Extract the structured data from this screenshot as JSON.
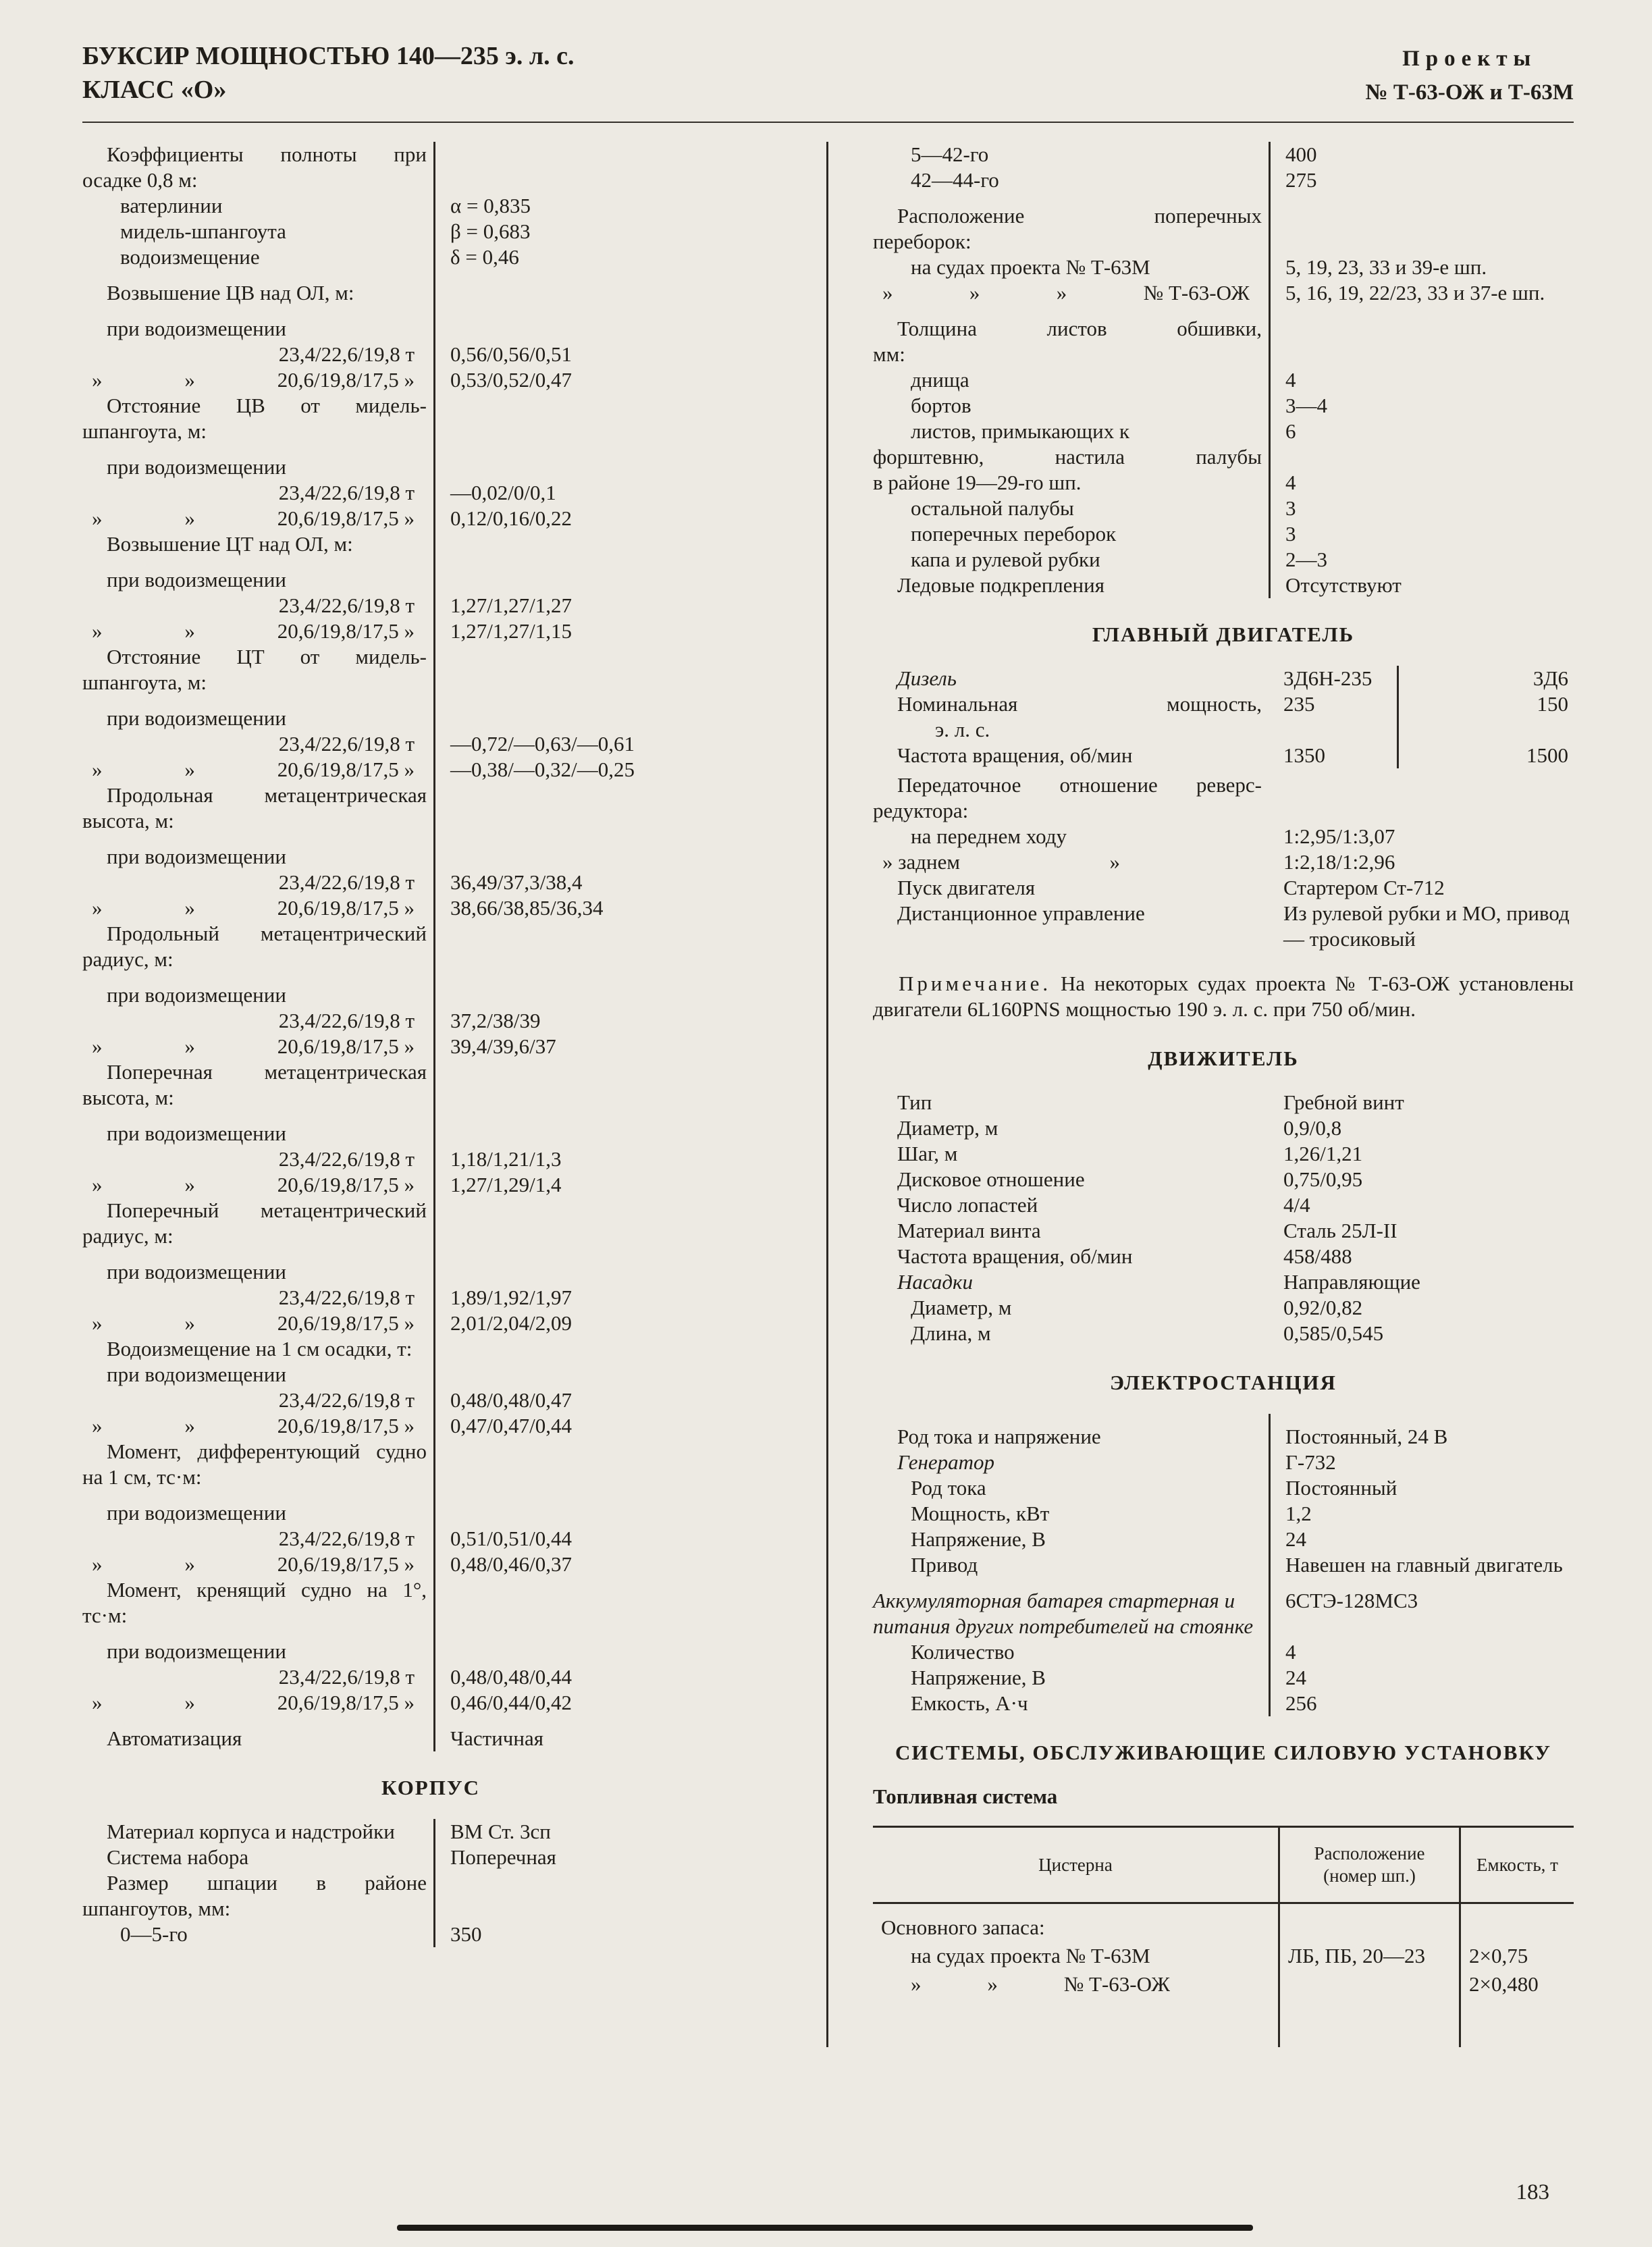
{
  "header": {
    "title_line1": "БУКСИР МОЩНОСТЬЮ 140—235 э. л. с.",
    "title_line2": "КЛАСС «О»",
    "projects_label": "Проекты",
    "projects_value": "№ Т-63-ОЖ и Т-63М"
  },
  "footer": {
    "page_number": "183"
  },
  "left_column": {
    "blocks": [
      {
        "type": "rows",
        "rule": true,
        "rows": [
          {
            "label": "Коэффициенты полноты при осадке 0,8 м:",
            "value": ""
          },
          {
            "label": "ватерлинии",
            "value": "α = 0,835",
            "cls": "i1"
          },
          {
            "label": "мидель-шпангоута",
            "value": "β = 0,683",
            "cls": "i1"
          },
          {
            "label": "водоизмещение",
            "value": "δ = 0,46",
            "cls": "i1"
          },
          {
            "label": "Возвышение ЦВ над ОЛ, м:",
            "value": "",
            "cls": "gap"
          },
          {
            "label": "при водоизмещении",
            "value": "",
            "cls": "gap"
          },
          {
            "label": "23,4/22,6/19,8 т",
            "value": "0,56/0,56/0,51",
            "cls": "right"
          },
          {
            "label": "»|»|20,6/19,8/17,5 »",
            "value": "0,53/0,52/0,47"
          },
          {
            "label": "Отстояние ЦВ от мидель-шпангоута, м:",
            "value": ""
          },
          {
            "label": "при водоизмещении",
            "value": "",
            "cls": "gap"
          },
          {
            "label": "23,4/22,6/19,8 т",
            "value": "—0,02/0/0,1",
            "cls": "right"
          },
          {
            "label": "»|»|20,6/19,8/17,5 »",
            "value": "0,12/0,16/0,22"
          },
          {
            "label": "Возвышение ЦТ над ОЛ, м:",
            "value": ""
          },
          {
            "label": "при водоизмещении",
            "value": "",
            "cls": "gap"
          },
          {
            "label": "23,4/22,6/19,8 т",
            "value": "1,27/1,27/1,27",
            "cls": "right"
          },
          {
            "label": "»|»|20,6/19,8/17,5 »",
            "value": "1,27/1,27/1,15"
          },
          {
            "label": "Отстояние ЦТ от мидель-шпангоута, м:",
            "value": ""
          },
          {
            "label": "при водоизмещении",
            "value": "",
            "cls": "gap"
          },
          {
            "label": "23,4/22,6/19,8 т",
            "value": "—0,72/—0,63/—0,61",
            "cls": "right"
          },
          {
            "label": "»|»|20,6/19,8/17,5 »",
            "value": "—0,38/—0,32/—0,25"
          },
          {
            "label": "Продольная метацентриче­ская высота, м:",
            "value": ""
          },
          {
            "label": "при водоизмещении",
            "value": "",
            "cls": "gap"
          },
          {
            "label": "23,4/22,6/19,8 т",
            "value": "36,49/37,3/38,4",
            "cls": "right"
          },
          {
            "label": "»|»|20,6/19,8/17,5 »",
            "value": "38,66/38,85/36,34"
          },
          {
            "label": "Продольный метацентриче­ский радиус, м:",
            "value": ""
          },
          {
            "label": "при водоизмещении",
            "value": "",
            "cls": "gap"
          },
          {
            "label": "23,4/22,6/19,8 т",
            "value": "37,2/38/39",
            "cls": "right"
          },
          {
            "label": "»|»|20,6/19,8/17,5 »",
            "value": "39,4/39,6/37"
          },
          {
            "label": "Поперечная метацентриче­ская высота, м:",
            "value": ""
          },
          {
            "label": "при водоизмещении",
            "value": "",
            "cls": "gap"
          },
          {
            "label": "23,4/22,6/19,8 т",
            "value": "1,18/1,21/1,3",
            "cls": "right"
          },
          {
            "label": "»|»|20,6/19,8/17,5 »",
            "value": "1,27/1,29/1,4"
          },
          {
            "label": "Поперечный метацентриче­ский радиус, м:",
            "value": ""
          },
          {
            "label": "при водоизмещении",
            "value": "",
            "cls": "gap"
          },
          {
            "label": "23,4/22,6/19,8 т",
            "value": "1,89/1,92/1,97",
            "cls": "right"
          },
          {
            "label": "»|»|20,6/19,8/17,5 »",
            "value": "2,01/2,04/2,09"
          },
          {
            "label": "Водоизмещение на 1 см осадки, т:",
            "value": ""
          },
          {
            "label": "при водоизмещении",
            "value": ""
          },
          {
            "label": "23,4/22,6/19,8 т",
            "value": "0,48/0,48/0,47",
            "cls": "right"
          },
          {
            "label": "»|»|20,6/19,8/17,5 »",
            "value": "0,47/0,47/0,44"
          },
          {
            "label": "Момент, дифферентующий судно на 1 см, тс·м:",
            "value": ""
          },
          {
            "label": "при водоизмещении",
            "value": "",
            "cls": "gap"
          },
          {
            "label": "23,4/22,6/19,8 т",
            "value": "0,51/0,51/0,44",
            "cls": "right"
          },
          {
            "label": "»|»|20,6/19,8/17,5 »",
            "value": "0,48/0,46/0,37"
          },
          {
            "label": "Момент, кренящий судно на 1°, тс·м:",
            "value": ""
          },
          {
            "label": "при водоизмещении",
            "value": "",
            "cls": "gap"
          },
          {
            "label": "23,4/22,6/19,8 т",
            "value": "0,48/0,48/0,44",
            "cls": "right"
          },
          {
            "label": "»|»|20,6/19,8/17,5 »",
            "value": "0,46/0,44/0,42"
          },
          {
            "label": "Автоматизация",
            "value": "Частичная",
            "cls": "gap"
          }
        ]
      },
      {
        "type": "heading",
        "text": "КОРПУС"
      },
      {
        "type": "rows",
        "rule": true,
        "rows": [
          {
            "label": "Материал корпуса и над­стройки",
            "value": "ВМ Ст. 3сп"
          },
          {
            "label": "Система набора",
            "value": "Поперечная"
          },
          {
            "label": "Размер шпации в районе шпангоутов, мм:",
            "value": ""
          },
          {
            "label": "0—5-го",
            "value": "350",
            "cls": "i1"
          }
        ]
      }
    ]
  },
  "right_column": {
    "blocks": [
      {
        "type": "rows",
        "rule": true,
        "rows": [
          {
            "label": "5—42-го",
            "value": "400",
            "cls": "i1"
          },
          {
            "label": "42—44-го",
            "value": "275",
            "cls": "i1"
          },
          {
            "label": "Расположение поперечных",
            "value": "",
            "cls": "gap jlast"
          },
          {
            "label": "переборок:",
            "value": "",
            "cls": "noind"
          },
          {
            "label": "на судах проекта № Т-63М",
            "value": "5, 19, 23, 33 и 39-е шп.",
            "cls": "i1"
          },
          {
            "label": "»|»|»|№ Т-63-ОЖ",
            "value": "5, 16, 19, 22/23, 33 и 37-е шп."
          },
          {
            "label": "Толщина листов обшивки,",
            "value": "",
            "cls": "gap jlast"
          },
          {
            "label": "мм:",
            "value": "",
            "cls": "noind"
          },
          {
            "label": "днища",
            "value": "4",
            "cls": "i1"
          },
          {
            "label": "бортов",
            "value": "3—4",
            "cls": "i1"
          },
          {
            "label": "листов, примыкающих к",
            "value": "6",
            "cls": "i1"
          },
          {
            "label": "форштевню, настила палубы",
            "value": "",
            "cls": "noind jlast"
          },
          {
            "label": "в районе 19—29-го шп.",
            "value": "4",
            "cls": "noind"
          },
          {
            "label": "остальной палубы",
            "value": "3",
            "cls": "i1"
          },
          {
            "label": "поперечных переборок",
            "value": "3",
            "cls": "i1"
          },
          {
            "label": "капа и рулевой рубки",
            "value": "2—3",
            "cls": "i1"
          },
          {
            "label": "Ледовые подкрепления",
            "value": "Отсутствуют"
          }
        ]
      },
      {
        "type": "heading",
        "text": "ГЛАВНЫЙ ДВИГАТЕЛЬ"
      },
      {
        "type": "rows2",
        "rows": [
          {
            "label": "Дизель",
            "v1": "3Д6Н-235",
            "v2": "3Д6",
            "cls": "italic"
          },
          {
            "label": "Номинальная мощность,",
            "v1": "235",
            "v2": "150",
            "cls": "jlast"
          },
          {
            "label": "э. л. с.",
            "v1": "",
            "v2": "",
            "cls": "i1"
          },
          {
            "label": "Частота вращения, об/мин",
            "v1": "1350",
            "v2": "1500"
          }
        ]
      },
      {
        "type": "rows",
        "rule": false,
        "rows": [
          {
            "label": "Передаточное отношение реверс-редуктора:",
            "value": ""
          },
          {
            "label": "на переднем ходу",
            "value": "1:2,95/1:3,07",
            "cls": "i1"
          },
          {
            "label": "» заднем|»",
            "value": "1:2,18/1:2,96",
            "cls": "half"
          },
          {
            "label": "Пуск двигателя",
            "value": "Стартером Ст-712"
          },
          {
            "label": "Дистанционное управление",
            "value": "Из рулевой рубки и МО, привод — тросиковый"
          }
        ]
      },
      {
        "type": "note",
        "lead": "Примечание.",
        "text": "На некоторых судах проекта № Т-63-ОЖ установлены двигатели 6L160PNS мощностью 190 э. л. с. при 750 об/мин."
      },
      {
        "type": "heading",
        "text": "ДВИЖИТЕЛЬ"
      },
      {
        "type": "rows",
        "rule": false,
        "rows": [
          {
            "label": "Тип",
            "value": "Гребной винт"
          },
          {
            "label": "Диаметр, м",
            "value": "0,9/0,8"
          },
          {
            "label": "Шаг, м",
            "value": "1,26/1,21"
          },
          {
            "label": "Дисковое отношение",
            "value": "0,75/0,95"
          },
          {
            "label": "Число лопастей",
            "value": "4/4"
          },
          {
            "label": "Материал винта",
            "value": "Сталь 25Л-II"
          },
          {
            "label": "Частота вращения, об/мин",
            "value": "458/488"
          },
          {
            "label": "Насадки",
            "value": "Направляющие",
            "cls": "italic"
          },
          {
            "label": "Диаметр, м",
            "value": "0,92/0,82",
            "cls": "i1"
          },
          {
            "label": "Длина, м",
            "value": "0,585/0,545",
            "cls": "i1"
          }
        ]
      },
      {
        "type": "heading",
        "text": "ЭЛЕКТРОСТАНЦИЯ"
      },
      {
        "type": "rows",
        "rule": true,
        "rows": [
          {
            "label": "Род тока и напряжение",
            "value": "Постоянный, 24 В",
            "cls": "gap"
          },
          {
            "label": "Генератор",
            "value": "Г-732",
            "cls": "italic"
          },
          {
            "label": "Род тока",
            "value": "Постоянный",
            "cls": "i1"
          },
          {
            "label": "Мощность, кВт",
            "value": "1,2",
            "cls": "i1"
          },
          {
            "label": "Напряжение, В",
            "value": "24",
            "cls": "i1"
          },
          {
            "label": "Привод",
            "value": "Навешен на главный дви­гатель",
            "cls": "i1"
          },
          {
            "label": "Аккумуляторная батарея стартерная и питания других потребителей на стоянке",
            "value": "6СТЭ-128МС3",
            "cls": "italic noind gap"
          },
          {
            "label": "Количество",
            "value": "4",
            "cls": "i1"
          },
          {
            "label": "Напряжение, В",
            "value": "24",
            "cls": "i1"
          },
          {
            "label": "Емкость, А·ч",
            "value": "256",
            "cls": "i1"
          }
        ]
      },
      {
        "type": "heading",
        "text": "СИСТЕМЫ, ОБСЛУЖИВАЮЩИЕ СИЛОВУЮ УСТАНОВКУ"
      },
      {
        "type": "subheading",
        "text": "Топливная система"
      },
      {
        "type": "table",
        "headers": [
          "Цистерна",
          "Расположение (номер шп.)",
          "Емкость, т"
        ],
        "rows": [
          {
            "cistern": "Основного запаса:",
            "location": "",
            "capacity": ""
          },
          {
            "cistern": "на судах проекта № Т-63М",
            "location": "ЛБ, ПБ, 20—23",
            "capacity": "2×0,75",
            "cls": "i1"
          },
          {
            "cistern": "»|»|№ Т-63-ОЖ",
            "location": "",
            "capacity": "2×0,480"
          }
        ]
      }
    ]
  }
}
